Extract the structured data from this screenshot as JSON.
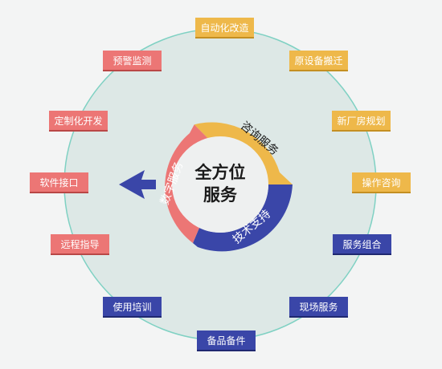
{
  "center": {
    "line1": "全方位",
    "line2": "服务"
  },
  "ring_segments": [
    {
      "id": "consult",
      "label": "咨询服务",
      "color": "#eeb84a"
    },
    {
      "id": "tech",
      "label": "技术支持",
      "color": "#3a46a8"
    },
    {
      "id": "digital",
      "label": "数字服务",
      "color": "#ec7675"
    }
  ],
  "services": [
    {
      "id": "auto",
      "label": "自动化改造",
      "color": "yellow"
    },
    {
      "id": "relocate",
      "label": "原设备搬迁",
      "color": "yellow"
    },
    {
      "id": "plant",
      "label": "新厂房规划",
      "color": "yellow"
    },
    {
      "id": "ops",
      "label": "操作咨询",
      "color": "yellow"
    },
    {
      "id": "combo",
      "label": "服务组合",
      "color": "blue"
    },
    {
      "id": "onsite",
      "label": "现场服务",
      "color": "blue"
    },
    {
      "id": "spares",
      "label": "备品备件",
      "color": "blue"
    },
    {
      "id": "training",
      "label": "使用培训",
      "color": "blue"
    },
    {
      "id": "remote",
      "label": "远程指导",
      "color": "red"
    },
    {
      "id": "software",
      "label": "软件接口",
      "color": "red"
    },
    {
      "id": "custom",
      "label": "定制化开发",
      "color": "red"
    },
    {
      "id": "warning",
      "label": "预警监测",
      "color": "red"
    }
  ],
  "colors": {
    "yellow": "#eeb84a",
    "red": "#ec7675",
    "blue": "#3a46a8",
    "outer_circle_fill": "#dde8e6",
    "outer_circle_stroke": "#7fd1c3",
    "arrow": "#3a46a8"
  }
}
